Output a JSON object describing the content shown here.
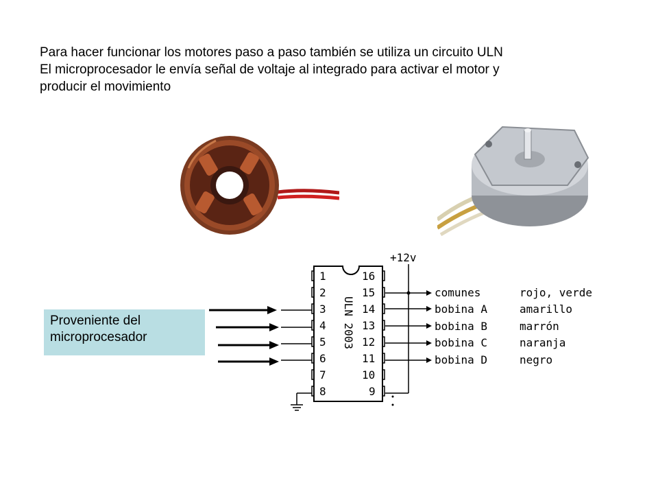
{
  "intro": {
    "line1": "Para hacer funcionar los motores paso a paso también se utiliza un circuito ULN",
    "line2": "El microprocesador le envía señal de voltaje al integrado para activar el motor y",
    "line3": "producir el movimiento"
  },
  "note": {
    "line1": "Proveniente del",
    "line2": "microprocesador"
  },
  "schematic": {
    "supply": "+12v",
    "chip": "ULN 2003",
    "left_pins": [
      "1",
      "2",
      "3",
      "4",
      "5",
      "6",
      "7",
      "8"
    ],
    "right_pins": [
      "16",
      "15",
      "14",
      "13",
      "12",
      "11",
      "10",
      "9"
    ],
    "signals": [
      "comunes",
      "bobina A",
      "bobina B",
      "bobina C",
      "bobina D"
    ],
    "colors": [
      "rojo, verde",
      "amarillo",
      "marrón",
      "naranja",
      "negro"
    ]
  },
  "palette": {
    "note_bg": "#b9dee3",
    "coil_copper": "#8a3a1c",
    "motor_metal": "#b8bcc2"
  }
}
